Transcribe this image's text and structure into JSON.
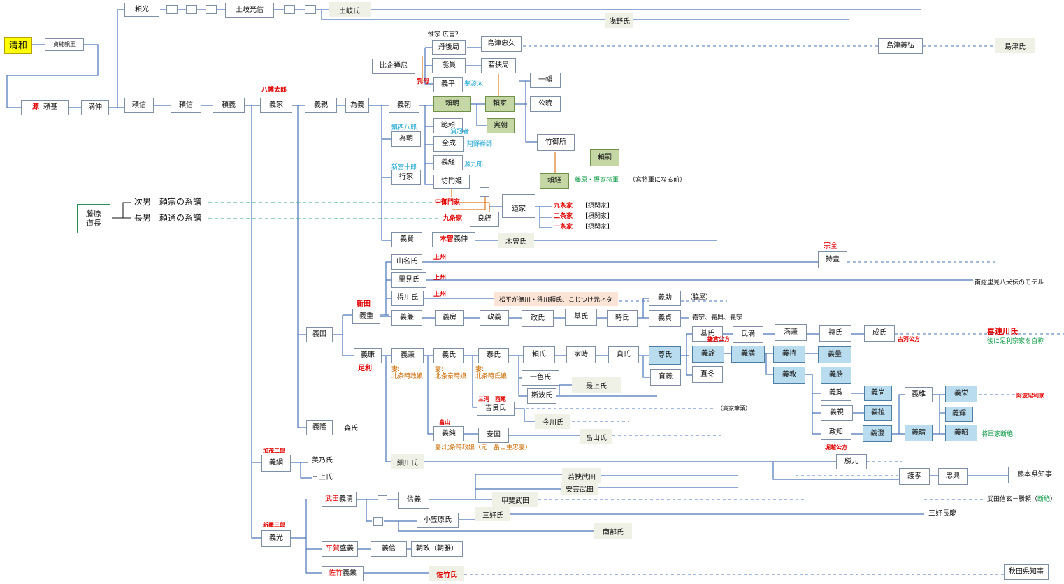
{
  "nodes": {
    "seiwa": "清和",
    "sadazumi": "貞純親王",
    "tsunemoto": "頼基",
    "tsunemoto_mark": "源",
    "mitsunaka": "満仲",
    "yorimitsu": "頼光",
    "toki_mitsunobu": "土岐光信",
    "toki_shi": "土岐氏",
    "asano_shi": "浅野氏",
    "yorinobu": "頼信",
    "yoriyoshi": "頼信",
    "yoshiie_top": "頼義",
    "yoshiie": "義家",
    "yoshichika": "義親",
    "tameyoshi": "為義",
    "yoshitomo": "義朝",
    "hiki_ama": "比企禅尼",
    "koreshige": "惟宗 広言？",
    "tango_tsubone": "丹後局",
    "shimazu_tadahisa": "島津忠久",
    "shimazu_yoshihiro": "島津義弘",
    "shimazu_shi": "島津氏",
    "nou_in": "能員",
    "wakasa_tsubone": "若狭局",
    "yoshihira": "義平",
    "ichiman": "一幡",
    "yoritomo": "頼朝",
    "yoriie": "頼家",
    "kugyo": "公暁",
    "noriyori": "範頼",
    "sanetomo": "実朝",
    "zenjo": "全成",
    "take_gosho": "竹御所",
    "yoritsune": "頼嗣",
    "yoshitsune": "義経",
    "yoritsune2": "頼経",
    "bomon_hime": "坊門姫",
    "tametomo": "為朝",
    "yukiie": "行家",
    "michiie": "道家",
    "michiie_mark": "九条",
    "yoshitsune2": "良経",
    "yoshikata": "義賢",
    "kiso_yoshinaka": "義仲",
    "kiso_mark": "木曽",
    "kiso_shi": "木曽氏",
    "fujiwara_michinaga": "藤原\n道長",
    "jinan": "次男　頼宗の系譜",
    "chonan": "長男　頼通の系譜",
    "nakamikado": "中御門家",
    "kujo_ke": "九条家",
    "yamana": "山名氏",
    "satomi": "里見氏",
    "tokugawa": "得川氏",
    "mochitoyo": "持豊",
    "yoshishige": "義重",
    "yoshikane_n": "義兼",
    "yoshifusa": "義房",
    "masayoshi": "政義",
    "masauji": "政氏",
    "motouji": "基氏",
    "tomouji": "時氏",
    "yoshisuke": "義助",
    "yoshisada": "義貞",
    "yoshikuni": "義国",
    "yoshiyasu": "義康",
    "yoshikane_a": "義兼",
    "yoshiuji": "義氏",
    "yasuuji": "泰氏",
    "yorituji": "頼氏",
    "ietoki": "家時",
    "sadauji": "貞氏",
    "takauji": "尊氏",
    "tadayoshi": "直義",
    "motouji_k": "基氏",
    "ujimitsu": "氏満",
    "mitsukane": "満兼",
    "mochiuji": "持氏",
    "shigeuji": "成氏",
    "yoshiakira": "義詮",
    "yoshimitsu": "義満",
    "yoshimochi": "義持",
    "yoshikazu": "義量",
    "tadafuyu": "直冬",
    "yoshinori": "義教",
    "yoshikatsu": "義勝",
    "isshiki": "一色氏",
    "mogami": "最上氏",
    "shiba": "斯波氏",
    "kira": "吉良氏",
    "imagawa": "今川氏",
    "yoshizumi_h": "義純",
    "yasukuni": "泰国",
    "hatakeyama": "畠山氏",
    "hosokawa": "細川氏",
    "katsumoto": "勝元",
    "yoshimasa": "義政",
    "yoshihisa": "義尚",
    "yoshimi": "義視",
    "yoshitane": "義植",
    "masatomo": "政知",
    "yoshizumi": "義澄",
    "yoshiharu": "義晴",
    "yoshitsuna": "義維",
    "yoshihide": "義栄",
    "yoshiteru": "義輝",
    "yoshiaki": "義昭",
    "yoshitaka": "義隆",
    "mori_shi": "森氏",
    "yoshitsuna2": "義綱",
    "mino_shi": "美乃氏",
    "mikami_shi": "三上氏",
    "moritaka": "護孝",
    "tadaoki": "忠興",
    "kumamoto": "熊本県知事",
    "yoshimitsu_s": "義光",
    "yoshikiyo": "義清",
    "takeda_mark": "武田",
    "nobuyoshi": "信義",
    "wakasa_takeda": "若狭武田",
    "aki_takeda": "安芸武田",
    "kai_takeda": "甲斐武田",
    "ogasawara": "小笠原氏",
    "miyoshi": "三好氏",
    "nanbu": "南部氏",
    "moriyoshi": "盛義",
    "hiraga_mark": "平賀",
    "yoshinobu_h": "義信",
    "tomomasa": "朝政（朝雅）",
    "yoshinari": "義業",
    "satake_mark": "佐竹",
    "satake_shi": "佐竹氏",
    "akita": "秋田県知事",
    "takeda_shingen": "武田信玄－勝頼（断絶）",
    "miyoshi_nagayoshi": "三好長慶",
    "nansou": "南総里見八犬伝のモデル",
    "kitsuregawa": "喜連川氏",
    "kitsuregawa_note": "後に足利宗家を自称",
    "sozen": "宗全"
  },
  "annotations": {
    "hachiman": "八幡太郎",
    "menoto": "乳母",
    "akugenta": "悪源太",
    "chinzei": "鎮西八郎",
    "kaja": "蒲冠者",
    "ano_zenji": "阿野禅師",
    "hogan": "源九郎",
    "shingu": "新宮十郎",
    "fujiwara_shogun": "藤原・摂家将軍",
    "miyashogun": "（宮将軍になる前）",
    "kujo_sekkan": "九条家",
    "nijo_sekkan": "二条家",
    "ichijo_sekkan": "一条家",
    "sekkan": "【摂関家】",
    "joshu1": "上州",
    "joshu2": "上州",
    "joshu3": "上州",
    "matsudaira": "松平が徳川・得川頼氏、こじつけ元ネタ",
    "nitta": "新田",
    "ashikaga": "足利",
    "chuko": "（脇屋）",
    "nitta_line": "義宗、義興、義宗",
    "kamakura_kubo": "鎌倉公方",
    "koga_kubo": "古河公方",
    "tsuma1": "妻:\n北条時政娘",
    "tsuma2": "妻:\n北条泰時娘",
    "tsuma3": "妻:\n北条時氏娘",
    "mikawa": "三河　西尾",
    "kiyou": "（高家筆頭）",
    "hatake_label": "畠山",
    "tsuma4": "妻:北条時政娘（元　畠山重忠妻）",
    "horigoe": "堀越公方",
    "ahosei": "阿波足利家",
    "shogunke": "将軍家断絶",
    "kamo": "加茂二郎",
    "shinra": "新羅三郎"
  },
  "colors": {
    "green_box": "#c4d7a4",
    "blue_box": "#b9dcee",
    "yellow_box": "#ffff00",
    "line": "#4a74b8",
    "orange_line": "#e07a20",
    "green_dash": "#2aaa6a"
  }
}
